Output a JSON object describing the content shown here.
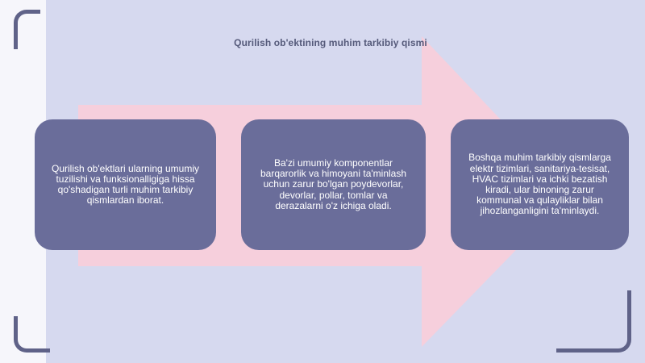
{
  "title": "Qurilish ob'ektining muhim tarkibiy qismi",
  "cards": [
    {
      "text": "Qurilish ob'ektlari ularning umumiy tuzilishi va funksionalligiga hissa qo'shadigan turli muhim tarkibiy qismlardan iborat."
    },
    {
      "text": "Ba'zi umumiy komponentlar barqarorlik va himoyani ta'minlash uchun zarur bo'lgan poydevorlar, devorlar, pollar, tomlar va derazalarni o'z ichiga oladi."
    },
    {
      "text": "Boshqa muhim tarkibiy qismlarga elektr tizimlari, sanitariya-tesisat, HVAC tizimlari va ichki bezatish kiradi, ular binoning zarur kommunal va qulayliklar bilan jihozlanganligini ta'minlaydi."
    }
  ],
  "colors": {
    "background": "#d6d9ef",
    "arrow": "#f6cfdc",
    "card": "#6a6d9a",
    "accent": "#5f6288"
  }
}
